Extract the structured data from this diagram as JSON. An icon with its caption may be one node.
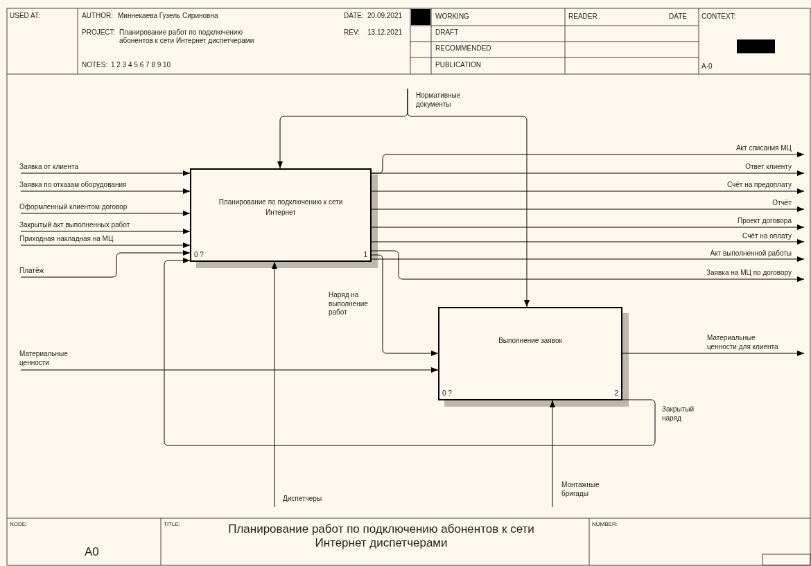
{
  "diagram": {
    "title": "Планирование работ по подключению абонентов  к сети Интернет диспетчерами",
    "nodes": [
      {
        "text": [
          "Планирование по подключению к сети Интернет",
          "0 ?",
          "1"
        ]
      },
      {
        "text": [
          "Выполнение заявок",
          "0 ?",
          "2"
        ]
      }
    ],
    "edges": [
      {
        "from": null,
        "to": 0,
        "arrow": "to",
        "label": "Заявка от клиента"
      },
      {
        "from": null,
        "to": 0,
        "arrow": "to",
        "label": "Заявка по отказам оборудования"
      },
      {
        "from": null,
        "to": 0,
        "arrow": "to",
        "label": "Оформленный клиентом договор"
      },
      {
        "from": null,
        "to": 0,
        "arrow": "to",
        "label": "Закрытый акт выполненных работ"
      },
      {
        "from": null,
        "to": 0,
        "arrow": "to",
        "label": "Приходная накладная на МЦ"
      },
      {
        "from": null,
        "to": 0,
        "arrow": "to",
        "label": "Платёж"
      },
      {
        "from": 1,
        "to": 0,
        "arrow": "to",
        "label": "Закрытый наряд"
      },
      {
        "from": null,
        "to": 0,
        "arrow": "to",
        "label": "Нормативные документы"
      },
      {
        "from": null,
        "to": 1,
        "arrow": "to"
      },
      {
        "from": null,
        "to": 0,
        "arrow": "to",
        "label": "Диспетчеры"
      },
      {
        "from": null,
        "to": 1,
        "arrow": "to",
        "label": "Монтажные бригады"
      },
      {
        "from": 0,
        "to": null,
        "arrow": "to",
        "label": "Акт списания МЦ"
      },
      {
        "from": 0,
        "to": null,
        "arrow": "to",
        "label": "Ответ клиенту"
      },
      {
        "from": 0,
        "to": null,
        "arrow": "to",
        "label": "Счёт на предоплату"
      },
      {
        "from": 0,
        "to": null,
        "arrow": "to",
        "label": "Отчёт"
      },
      {
        "from": 0,
        "to": null,
        "arrow": "to",
        "label": "Проект договора"
      },
      {
        "from": 0,
        "to": null,
        "arrow": "to",
        "label": "Счёт на оплату"
      },
      {
        "from": 0,
        "to": null,
        "arrow": "to",
        "label": "Акт выполненной работы"
      },
      {
        "from": 0,
        "to": null,
        "arrow": "to",
        "label": "Заявка на МЦ по договору"
      },
      {
        "from": 0,
        "to": 1,
        "arrow": "to",
        "label": "Наряд на выполнение работ"
      },
      {
        "from": null,
        "to": 1,
        "arrow": "to",
        "label": "Материальные ценности"
      },
      {
        "from": 1,
        "to": null,
        "arrow": "to",
        "label": "Материальные ценности для клиента"
      }
    ],
    "labels": [
      "USED AT:",
      "AUTHOR:",
      "Миннекаева Гузель Сириновна",
      "DATE:",
      "20.09.2021",
      "PROJECT:",
      "Планирование работ по подключению абонентов к сети Интернет диспетчерами",
      "REV:",
      "13.12.2021",
      "NOTES:",
      "1 2 3 4 5 6 7 8 9 10",
      "WORKING",
      "READER",
      "DATE",
      "CONTEXT:",
      "DRAFT",
      "RECOMMENDED",
      "PUBLICATION",
      "A-0",
      "NODE:",
      "A0",
      "TITLE:",
      "NUMBER:"
    ]
  }
}
